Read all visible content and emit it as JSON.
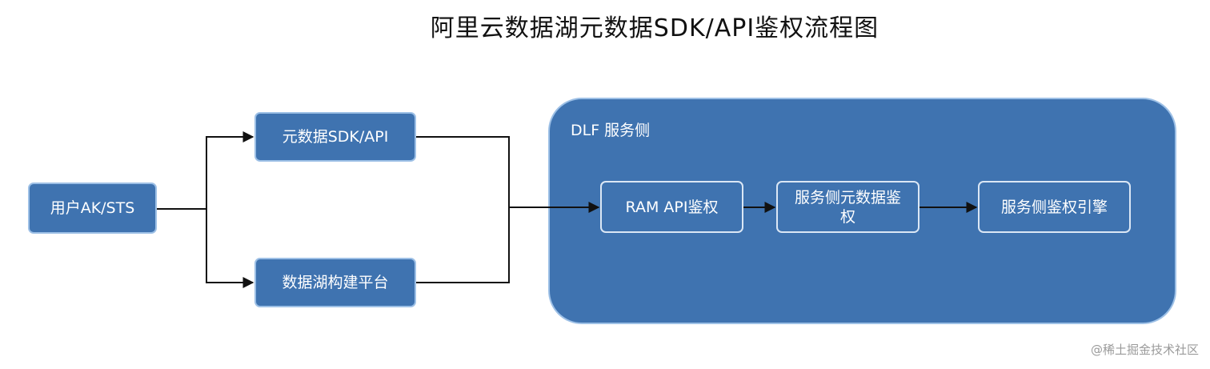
{
  "title": "阿里云数据湖元数据SDK/API鉴权流程图",
  "nodes": {
    "user_credentials": "用户AK/STS",
    "metadata_sdk_api": "元数据SDK/API",
    "data_lake_builder": "数据湖构建平台",
    "dlf_server_side": "DLF 服务侧",
    "ram_api_auth": "RAM API鉴权",
    "server_metadata_auth": "服务侧元数据鉴权",
    "server_auth_engine": "服务侧鉴权引擎"
  },
  "watermark": "@稀土掘金技术社区",
  "colors": {
    "box_fill": "#3f73b0",
    "box_border": "#9dc0e6",
    "inner_border": "#dbe7f5",
    "connector": "#111111"
  }
}
